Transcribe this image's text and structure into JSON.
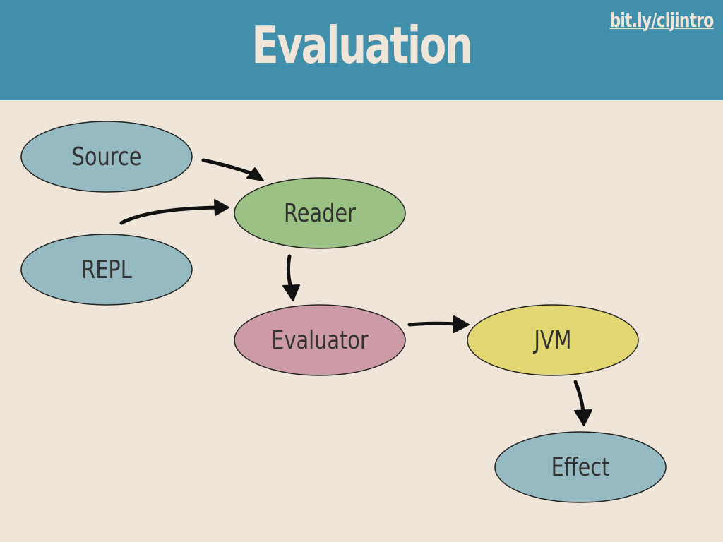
{
  "header": {
    "title": "Evaluation",
    "link": "bit.ly/cljintro",
    "background_color": "#428fac"
  },
  "nodes": {
    "source": {
      "label": "Source",
      "color": "#95bac2"
    },
    "repl": {
      "label": "REPL",
      "color": "#95bac2"
    },
    "reader": {
      "label": "Reader",
      "color": "#9bc184"
    },
    "evaluator": {
      "label": "Evaluator",
      "color": "#cc9ba5"
    },
    "jvm": {
      "label": "JVM",
      "color": "#e3d774"
    },
    "effect": {
      "label": "Effect",
      "color": "#95bac2"
    }
  },
  "edges": [
    {
      "from": "Source",
      "to": "Reader"
    },
    {
      "from": "REPL",
      "to": "Reader"
    },
    {
      "from": "Reader",
      "to": "Evaluator"
    },
    {
      "from": "Evaluator",
      "to": "JVM"
    },
    {
      "from": "JVM",
      "to": "Effect"
    }
  ],
  "background_color": "#efe6d9"
}
